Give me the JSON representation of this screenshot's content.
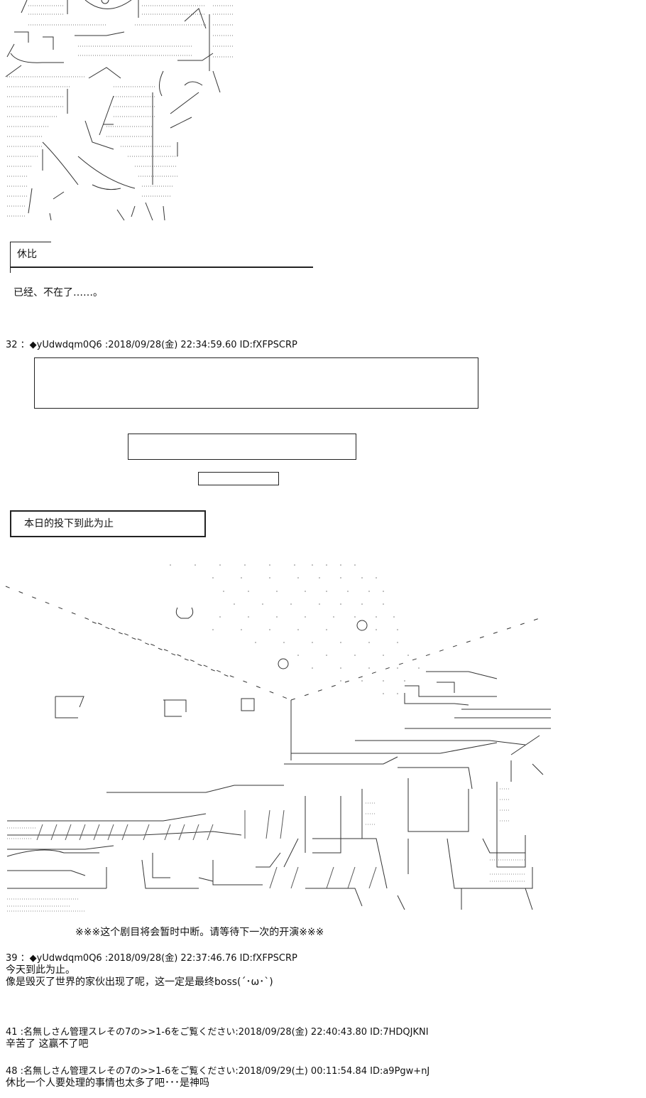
{
  "scene1": {
    "speaker_name": "休比",
    "line": "已经、不在了……。"
  },
  "post32": {
    "header": "32 ：◆yUdwdqm0Q6 :2018/09/28(金) 22:34:59.60 ID:fXFPSCRP"
  },
  "end_box": {
    "label": "本日的投下到此为止"
  },
  "interrupt_notice": "※※※这个剧目将会暂时中断。请等待下一次的开演※※※",
  "posts": [
    {
      "header": "39 ：◆yUdwdqm0Q6 :2018/09/28(金) 22:37:46.76 ID:fXFPSCRP",
      "lines": [
        "今天到此为止。",
        "像是毁灭了世界的家伙出现了呢，这一定是最终boss(´･ω･`)"
      ]
    },
    {
      "header": "41 :名無しさん管理スレその7の>>1-6をご覧ください:2018/09/28(金) 22:40:43.80 ID:7HDQJKNI",
      "lines": [
        "辛苦了   这赢不了吧"
      ]
    },
    {
      "header": "48 :名無しさん管理スレその7の>>1-6をご覧ください:2018/09/29(土) 00:11:54.84 ID:a9Pgw+nJ",
      "lines": [
        "休比一个人要处理的事情也太多了吧･･･是神吗"
      ]
    }
  ]
}
